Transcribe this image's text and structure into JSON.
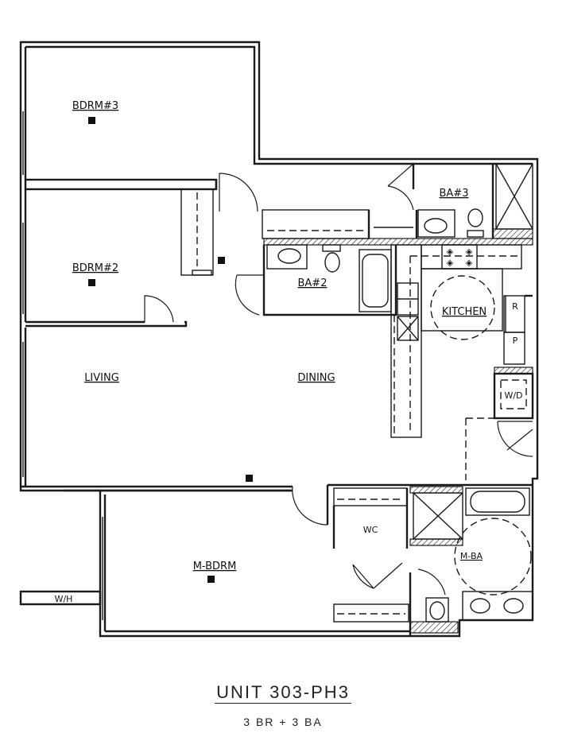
{
  "rooms": {
    "bdrm3": "BDRM#3",
    "bdrm2": "BDRM#2",
    "ba3": "BA#3",
    "ba2": "BA#2",
    "kitchen": "KITCHEN",
    "living": "LIVING",
    "dining": "DINING",
    "wc": "WC",
    "m_bdrm": "M-BDRM",
    "m_ba": "M-BA",
    "w_d": "W/D",
    "w_h": "W/H",
    "refrigerator": "R",
    "pantry": "P"
  },
  "unit": {
    "title": "UNIT 303-PH3",
    "subtitle": "3 BR + 3 BA"
  }
}
